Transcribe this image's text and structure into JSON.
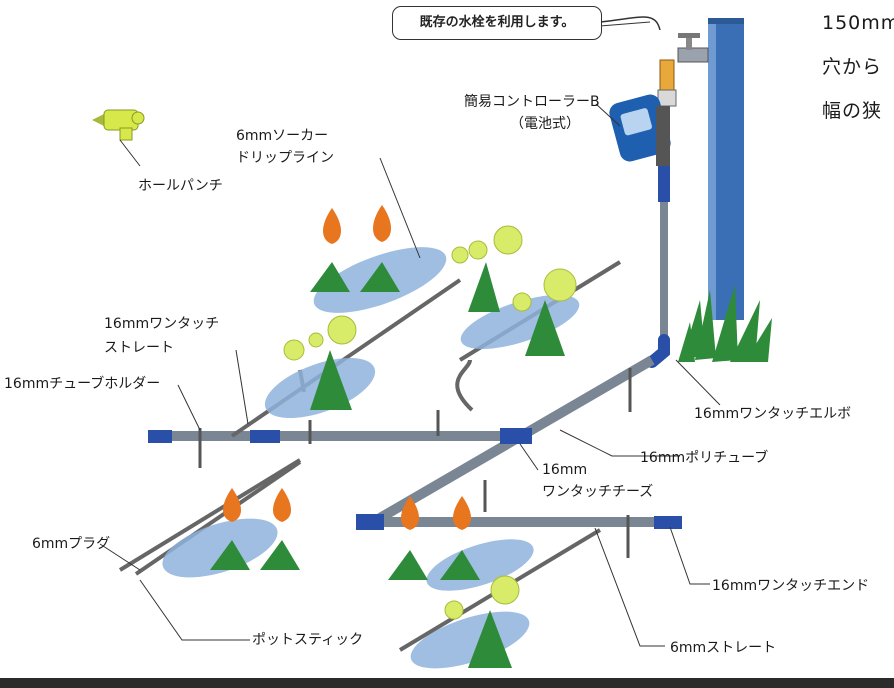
{
  "callout": "既存の水栓を利用します。",
  "side_text": [
    "150mm",
    "穴から",
    "幅の狭"
  ],
  "labels": {
    "controller_line1": "簡易コントローラーB",
    "controller_line2": "（電池式）",
    "hole_punch": "ホールパンチ",
    "soaker_line1": "6mmソーカー",
    "soaker_line2": "ドリップライン",
    "straight16_line1": "16mmワンタッチ",
    "straight16_line2": "ストレート",
    "tube_holder": "16mmチューブホルダー",
    "elbow": "16mmワンタッチエルボ",
    "poly_tube": "16mmポリチューブ",
    "tees_line1": "16mm",
    "tees_line2": "ワンタッチチーズ",
    "plug6": "6mmプラグ",
    "end16": "16mmワンタッチエンド",
    "pot_stick": "ポットスティック",
    "straight6": "6mmストレート"
  },
  "colors": {
    "tube": "#7a8694",
    "fitting": "#2a4fa8",
    "post": "#3a6fb5",
    "water": "#8fb3dc",
    "leaf": "#2e8b3a",
    "flower": "#e8761e",
    "bud": "#d8ec6a",
    "punch": "#d6e84a"
  }
}
